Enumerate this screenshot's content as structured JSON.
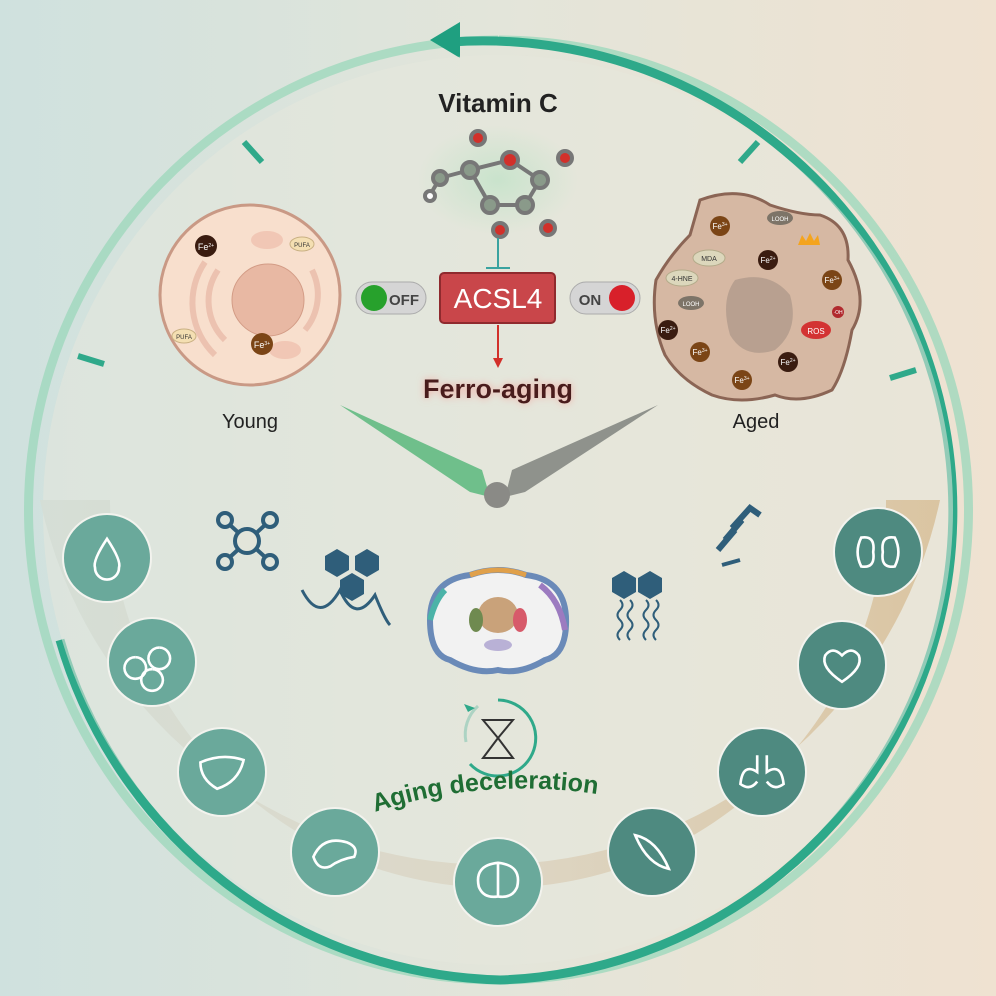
{
  "title": "Vitamin C",
  "switch_off": "OFF",
  "switch_on": "ON",
  "target": "ACSL4",
  "outcome": "Ferro-aging",
  "young_label": "Young",
  "aged_label": "Aged",
  "bottom_label": "Aging deceleration",
  "young_cell": {
    "fe2": "Fe",
    "fe2_sup": "2+",
    "fe3": "Fe",
    "fe3_sup": "3+",
    "pufa": "PUFA"
  },
  "aged_cell": {
    "fe": "Fe",
    "sup2": "2+",
    "sup3": "3+",
    "looh": "LOOH",
    "mda": "MDA",
    "hne": "4-HNE",
    "ros": "ROS",
    "oh": "·OH"
  },
  "colors": {
    "ring": "#2fa98a",
    "acsl4": "#c9464a",
    "off": "#27a12c",
    "on": "#d8202a",
    "organ_left": "#6aa99b",
    "organ_right": "#4e8a80",
    "title_green": "#1f6e34"
  },
  "organs": [
    "blood-drop-icon",
    "blood-cells-icon",
    "liver-icon",
    "pancreas-icon",
    "brain-icon",
    "muscle-icon",
    "lungs-icon",
    "heart-icon",
    "kidney-icon"
  ]
}
